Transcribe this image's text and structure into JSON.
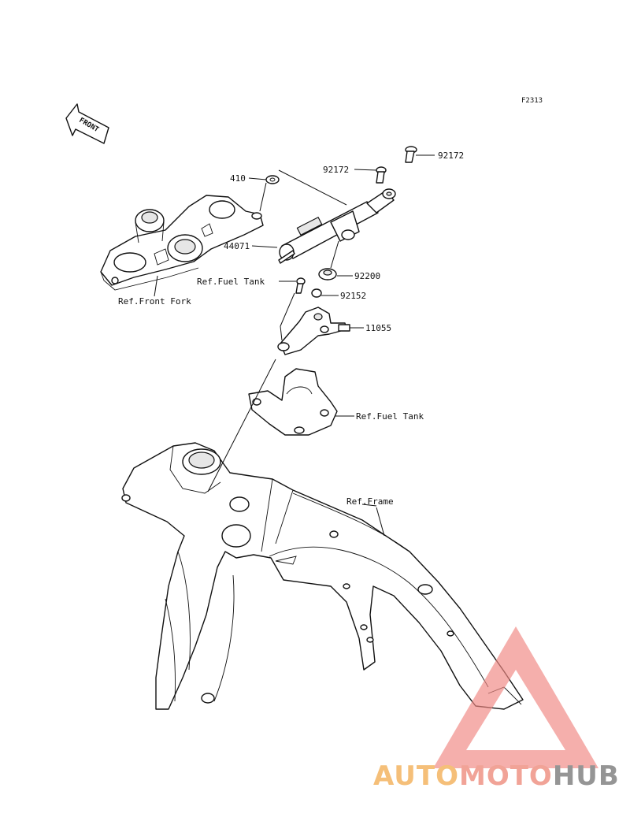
{
  "figure_code": "F2313",
  "front_label": "FRONT",
  "labels": {
    "p410": "410",
    "p44071": "44071",
    "p92172a": "92172",
    "p92172b": "92172",
    "p92200": "92200",
    "p92152": "92152",
    "p11055": "11055",
    "ref_front_fork": "Ref.Front Fork",
    "ref_fuel_tank_1": "Ref.Fuel Tank",
    "ref_fuel_tank_2": "Ref.Fuel Tank",
    "ref_frame": "Ref.Frame"
  },
  "watermark": {
    "part1": "AUTO",
    "part2": "MOTO",
    "part3": "HUB",
    "color1": "#f4b96b",
    "color2": "#f09a8c",
    "color3": "#8a8a8a",
    "triangle_color": "#f08a84"
  }
}
